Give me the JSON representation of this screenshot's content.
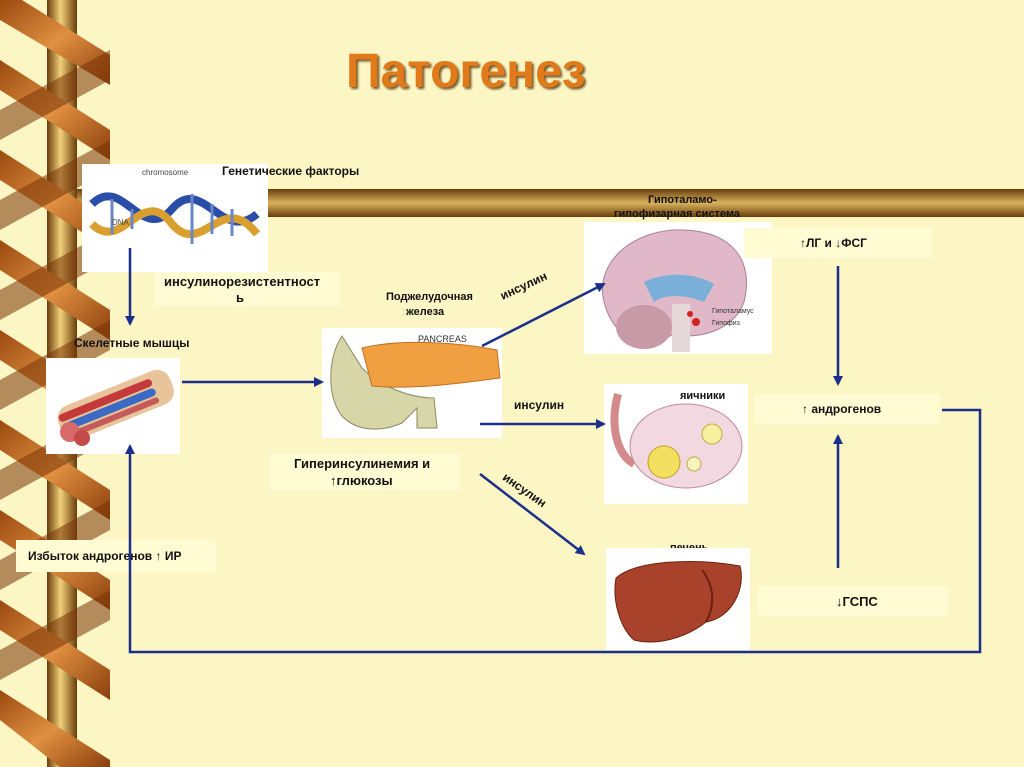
{
  "title": "Патогенез",
  "labels": {
    "genetic": "Генетические факторы",
    "insulin_resistance_1": "инсулинорезистентност",
    "insulin_resistance_2": "ь",
    "skeletal": "Скелетные мышцы",
    "pancreas_1": "Поджелудочная",
    "pancreas_2": "железа",
    "pancreas_img": "PANCREAS",
    "hyper_1": "Гиперинсулинемия и",
    "hyper_2": "↑глюкозы",
    "insulin_a": "инсулин",
    "insulin_b": "инсулин",
    "insulin_c": "инсулин",
    "hypothal_1": "Гипоталамо-",
    "hypothal_2": "гипофизарная система",
    "hypothal_img_a": "Гипоталамус",
    "hypothal_img_b": "Гипофиз",
    "lh_fsh": "↑ЛГ и ↓ФСГ",
    "ovaries": "яичники",
    "androgens": "↑ андрогенов",
    "liver": "печень",
    "gsps": "↓ГСПС",
    "excess": "Избыток андрогенов ↑ ИР",
    "dna_chromosome": "chromosome",
    "dna": "DNA"
  },
  "colors": {
    "background": "#fbf6c4",
    "title": "#e07a1a",
    "arrow": "#1c2f8a",
    "label_box": "#fffbd3"
  }
}
